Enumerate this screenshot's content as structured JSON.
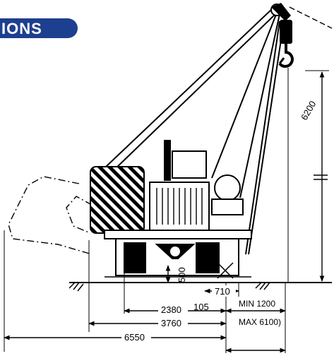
{
  "banner": {
    "text": "IONS",
    "color": "#1d3f8f"
  },
  "dimensions": {
    "hook_height": "6200",
    "base_clearance": "500",
    "track_offset": "710",
    "gap": "105",
    "counterweight_reach": "2380",
    "overall_track": "3760",
    "min_reach": "MIN 1200",
    "max_reach": "MAX 6100)",
    "total_length": "6550"
  },
  "colors": {
    "line": "#000000",
    "background": "#ffffff"
  }
}
